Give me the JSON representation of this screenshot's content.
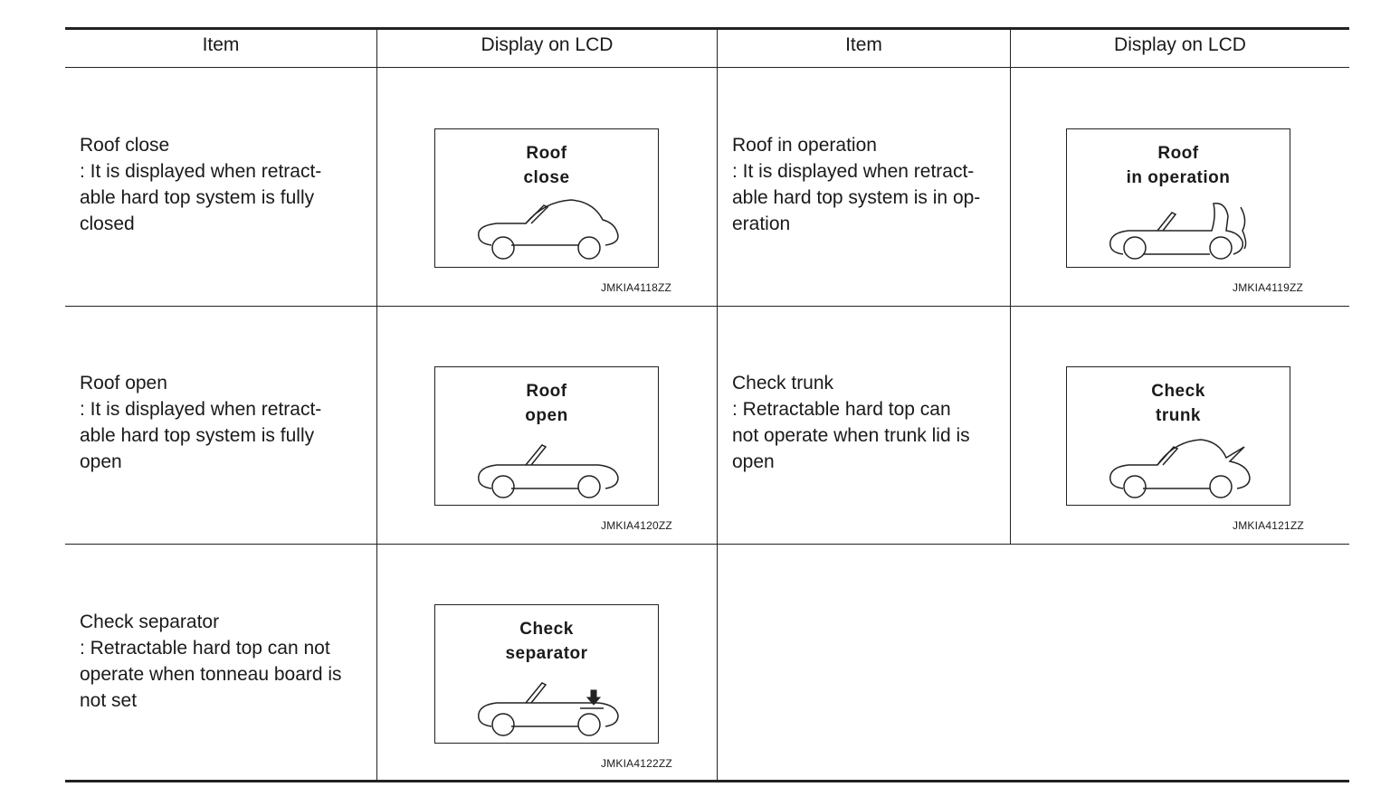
{
  "table": {
    "headers": [
      "Item",
      "Display on LCD",
      "Item",
      "Display on LCD"
    ],
    "rows": [
      {
        "left": {
          "item_text": "Roof close\n: It is displayed when retract-\nable hard top system is fully\nclosed",
          "lcd_label": "Roof\nclose",
          "code": "JMKIA4118ZZ",
          "icon": "car-roof-closed-icon"
        },
        "right": {
          "item_text": "Roof in operation\n: It is displayed when retract-\nable hard top system is in op-\neration",
          "lcd_label": "Roof\nin operation",
          "code": "JMKIA4119ZZ",
          "icon": "car-roof-operating-icon"
        }
      },
      {
        "left": {
          "item_text": "Roof open\n: It is displayed when retract-\nable hard top system is fully\nopen",
          "lcd_label": "Roof\nopen",
          "code": "JMKIA4120ZZ",
          "icon": "car-roof-open-icon"
        },
        "right": {
          "item_text": "Check trunk\n: Retractable hard top can\nnot operate when trunk lid is\nopen",
          "lcd_label": "Check\ntrunk",
          "code": "JMKIA4121ZZ",
          "icon": "car-trunk-open-icon"
        }
      },
      {
        "left": {
          "item_text": "Check separator\n: Retractable hard top can not\noperate when tonneau board is\nnot set",
          "lcd_label": "Check\nseparator",
          "code": "JMKIA4122ZZ",
          "icon": "car-separator-icon"
        }
      }
    ]
  }
}
